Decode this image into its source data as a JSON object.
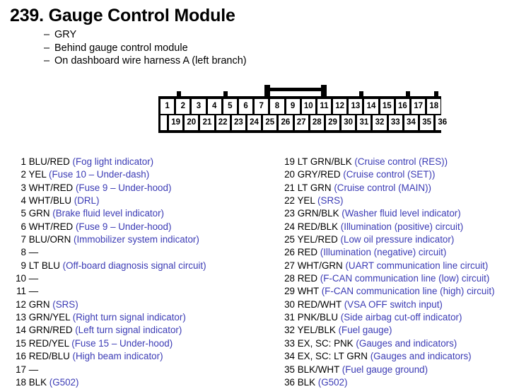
{
  "header": {
    "title": "239. Gauge Control Module",
    "subtitles": [
      "GRY",
      "Behind gauge control module",
      "On dashboard wire harness A (left branch)"
    ],
    "dash": "–"
  },
  "connector": {
    "top_pins": [
      "1",
      "2",
      "3",
      "4",
      "5",
      "6",
      "7",
      "8",
      "9",
      "10",
      "11",
      "12",
      "13",
      "14",
      "15",
      "16",
      "17",
      "18"
    ],
    "bottom_pins": [
      "19",
      "20",
      "21",
      "22",
      "23",
      "24",
      "25",
      "26",
      "27",
      "28",
      "29",
      "30",
      "31",
      "32",
      "33",
      "34",
      "35",
      "36"
    ]
  },
  "pins": {
    "left": [
      {
        "num": "1",
        "wire": "BLU/RED",
        "desc": "(Fog light indicator)"
      },
      {
        "num": "2",
        "wire": "YEL",
        "desc": "(Fuse 10 – Under-dash)"
      },
      {
        "num": "3",
        "wire": "WHT/RED",
        "desc": "(Fuse 9 – Under-hood)"
      },
      {
        "num": "4",
        "wire": "WHT/BLU",
        "desc": "(DRL)"
      },
      {
        "num": "5",
        "wire": "GRN",
        "desc": "(Brake fluid level indicator)"
      },
      {
        "num": "6",
        "wire": "WHT/RED",
        "desc": "(Fuse 9 – Under-hood)"
      },
      {
        "num": "7",
        "wire": "BLU/ORN",
        "desc": "(Immobilizer system indicator)"
      },
      {
        "num": "8",
        "wire": "—",
        "desc": ""
      },
      {
        "num": "9",
        "wire": "LT BLU",
        "desc": "(Off-board diagnosis signal circuit)"
      },
      {
        "num": "10",
        "wire": "—",
        "desc": ""
      },
      {
        "num": "11",
        "wire": "—",
        "desc": ""
      },
      {
        "num": "12",
        "wire": "GRN",
        "desc": "(SRS)"
      },
      {
        "num": "13",
        "wire": "GRN/YEL",
        "desc": "(Right turn signal indicator)"
      },
      {
        "num": "14",
        "wire": "GRN/RED",
        "desc": "(Left turn signal indicator)"
      },
      {
        "num": "15",
        "wire": "RED/YEL",
        "desc": "(Fuse 15 – Under-hood)"
      },
      {
        "num": "16",
        "wire": "RED/BLU",
        "desc": "(High beam indicator)"
      },
      {
        "num": "17",
        "wire": "—",
        "desc": ""
      },
      {
        "num": "18",
        "wire": "BLK",
        "desc": "(G502)"
      }
    ],
    "right": [
      {
        "num": "19",
        "wire": "LT GRN/BLK",
        "desc": "(Cruise control (RES))"
      },
      {
        "num": "20",
        "wire": "GRY/RED",
        "desc": "(Cruise control (SET))"
      },
      {
        "num": "21",
        "wire": "LT GRN",
        "desc": "(Cruise control (MAIN))"
      },
      {
        "num": "22",
        "wire": "YEL",
        "desc": "(SRS)"
      },
      {
        "num": "23",
        "wire": "GRN/BLK",
        "desc": "(Washer fluid level indicator)"
      },
      {
        "num": "24",
        "wire": "RED/BLK",
        "desc": "(Illumination (positive) circuit)"
      },
      {
        "num": "25",
        "wire": "YEL/RED",
        "desc": "(Low oil pressure indicator)"
      },
      {
        "num": "26",
        "wire": "RED",
        "desc": "(Illumination (negative) circuit)"
      },
      {
        "num": "27",
        "wire": "WHT/GRN",
        "desc": "(UART communication line circuit)"
      },
      {
        "num": "28",
        "wire": "RED",
        "desc": "(F-CAN communication line (low) circuit)"
      },
      {
        "num": "29",
        "wire": "WHT",
        "desc": "(F-CAN communication line (high) circuit)"
      },
      {
        "num": "30",
        "wire": "RED/WHT",
        "desc": "(VSA OFF switch input)"
      },
      {
        "num": "31",
        "wire": "PNK/BLU",
        "desc": "(Side airbag cut-off indicator)"
      },
      {
        "num": "32",
        "wire": "YEL/BLK",
        "desc": "(Fuel gauge)"
      },
      {
        "num": "33",
        "wire": "EX, SC: PNK",
        "desc": "(Gauges and indicators)"
      },
      {
        "num": "34",
        "wire": "EX, SC: LT GRN",
        "desc": "(Gauges and indicators)"
      },
      {
        "num": "35",
        "wire": "BLK/WHT",
        "desc": "(Fuel gauge ground)"
      },
      {
        "num": "36",
        "wire": "BLK",
        "desc": "(G502)"
      }
    ]
  },
  "colors": {
    "description_blue": "#3b3bb5",
    "text_black": "#000000",
    "background": "#ffffff"
  }
}
